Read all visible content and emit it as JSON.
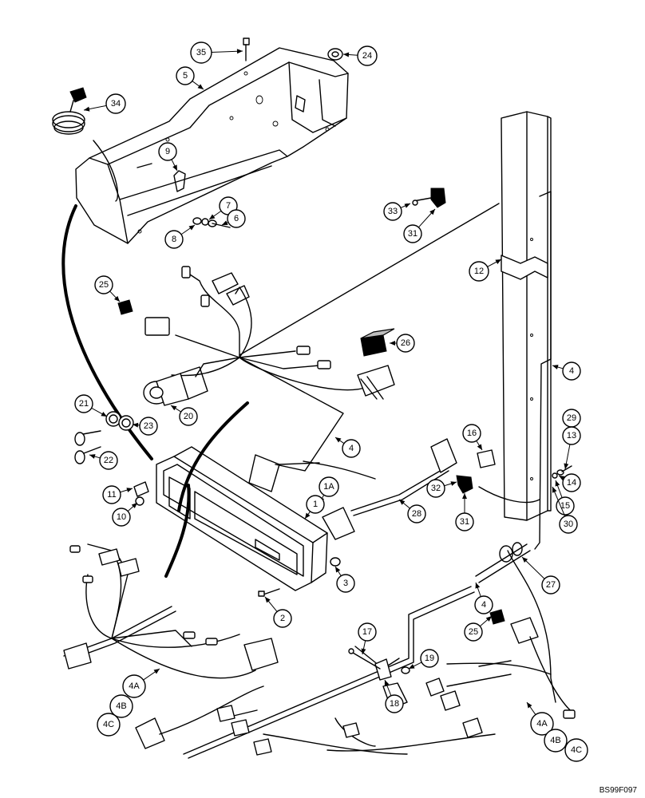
{
  "drawing": {
    "code": "BS99F097"
  },
  "callouts": [
    {
      "label": "35"
    },
    {
      "label": "24"
    },
    {
      "label": "5"
    },
    {
      "label": "34"
    },
    {
      "label": "9"
    },
    {
      "label": "7"
    },
    {
      "label": "6"
    },
    {
      "label": "8"
    },
    {
      "label": "33"
    },
    {
      "label": "31"
    },
    {
      "label": "12"
    },
    {
      "label": "25"
    },
    {
      "label": "26"
    },
    {
      "label": "4"
    },
    {
      "label": "21"
    },
    {
      "label": "23"
    },
    {
      "label": "20"
    },
    {
      "label": "22"
    },
    {
      "label": "4"
    },
    {
      "label": "16"
    },
    {
      "label": "29"
    },
    {
      "label": "13"
    },
    {
      "label": "14"
    },
    {
      "label": "15"
    },
    {
      "label": "30"
    },
    {
      "label": "11"
    },
    {
      "label": "10"
    },
    {
      "label": "1A"
    },
    {
      "label": "1"
    },
    {
      "label": "28"
    },
    {
      "label": "32"
    },
    {
      "label": "31"
    },
    {
      "label": "3"
    },
    {
      "label": "27"
    },
    {
      "label": "2"
    },
    {
      "label": "4"
    },
    {
      "label": "17"
    },
    {
      "label": "25"
    },
    {
      "label": "19"
    },
    {
      "label": "18"
    },
    {
      "label": "4A"
    },
    {
      "label": "4B"
    },
    {
      "label": "4C"
    },
    {
      "label": "4A"
    },
    {
      "label": "4B"
    },
    {
      "label": "4C"
    }
  ]
}
